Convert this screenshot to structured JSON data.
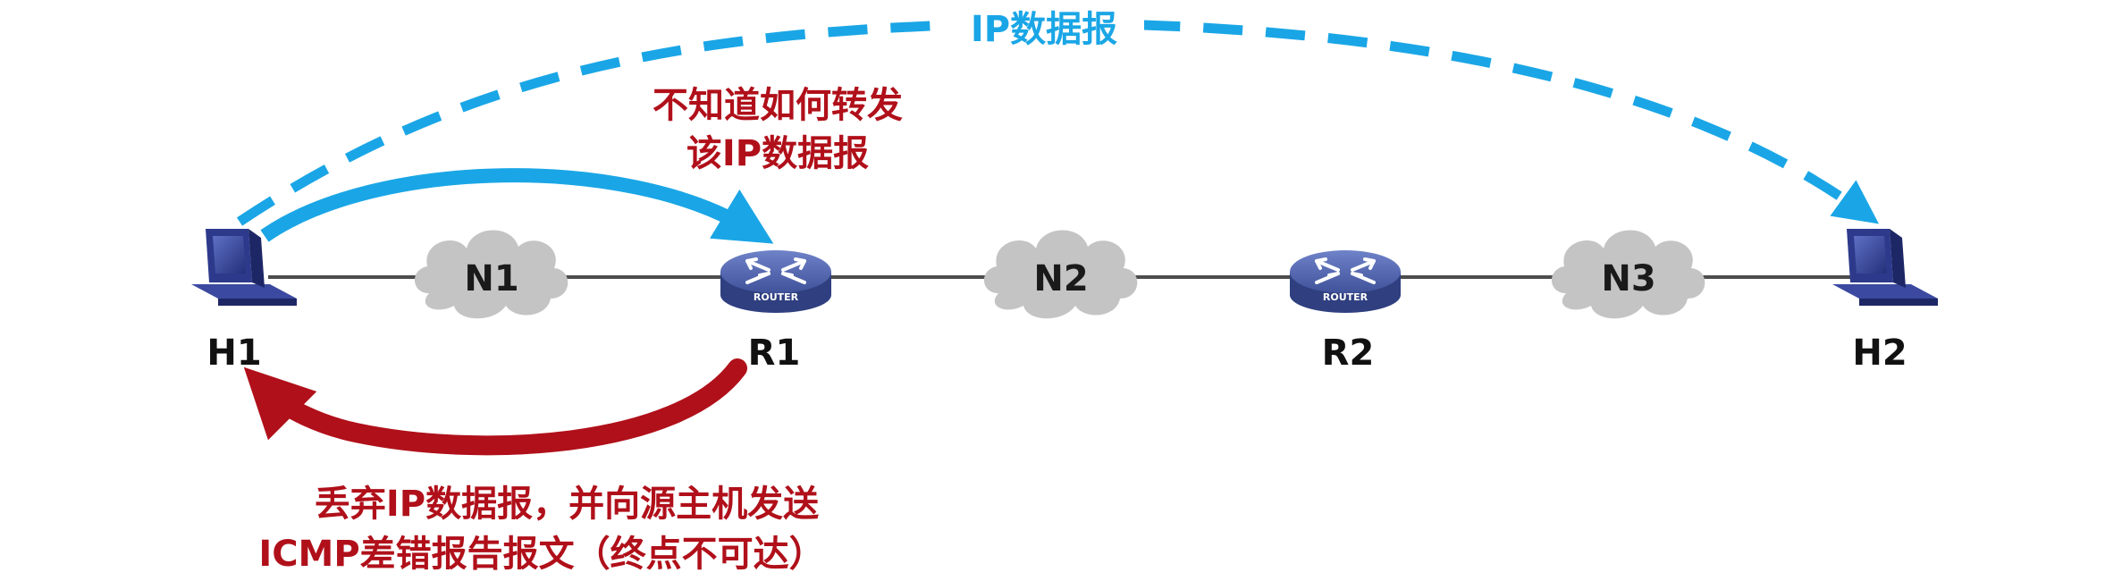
{
  "diagram": {
    "top_arrow_label": "IP数据报",
    "router_note": {
      "line1": "不知道如何转发",
      "line2": "该IP数据报"
    },
    "return_note": {
      "line1": "丢弃IP数据报，并向源主机发送",
      "line2": "ICMP差错报告报文（终点不可达）"
    },
    "hosts": [
      {
        "label": "H1"
      },
      {
        "label": "H2"
      }
    ],
    "routers": [
      {
        "label": "R1",
        "badge": "ROUTER"
      },
      {
        "label": "R2",
        "badge": "ROUTER"
      }
    ],
    "networks": [
      {
        "label": "N1"
      },
      {
        "label": "N2"
      },
      {
        "label": "N3"
      }
    ],
    "colors": {
      "blue": "#1aa6e6",
      "red": "#b0101a",
      "dark_red": "#8a0a10",
      "link_line": "#4d4d4d",
      "cloud": "#c4c4c4",
      "router_body": "#4a5ea8",
      "host_body": "#2d3a8c"
    }
  }
}
